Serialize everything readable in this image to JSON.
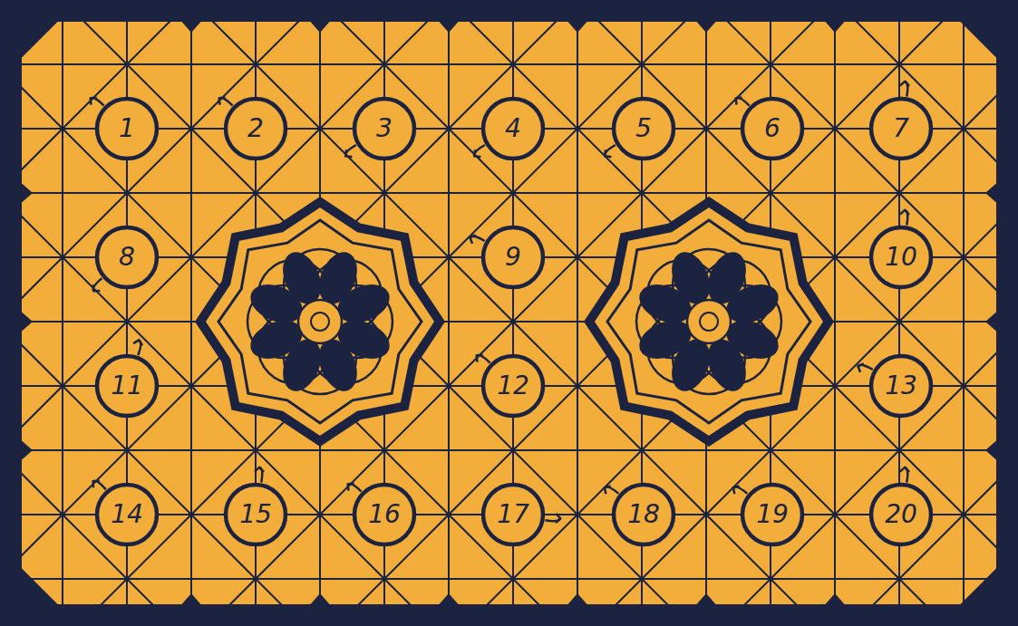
{
  "diagram": {
    "nodes": [
      {
        "text": [
          "1"
        ]
      },
      {
        "text": [
          "2"
        ]
      },
      {
        "text": [
          "3"
        ]
      },
      {
        "text": [
          "4"
        ]
      },
      {
        "text": [
          "5"
        ]
      },
      {
        "text": [
          "6"
        ]
      },
      {
        "text": [
          "7"
        ]
      },
      {
        "text": [
          "8"
        ]
      },
      {
        "text": [
          "9"
        ]
      },
      {
        "text": [
          "10"
        ]
      },
      {
        "text": [
          "11"
        ]
      },
      {
        "text": [
          "12"
        ]
      },
      {
        "text": [
          "13"
        ]
      },
      {
        "text": [
          "14"
        ]
      },
      {
        "text": [
          "15"
        ]
      },
      {
        "text": [
          "16"
        ]
      },
      {
        "text": [
          "17"
        ]
      },
      {
        "text": [
          "18"
        ]
      },
      {
        "text": [
          "19"
        ]
      },
      {
        "text": [
          "20"
        ]
      }
    ]
  }
}
